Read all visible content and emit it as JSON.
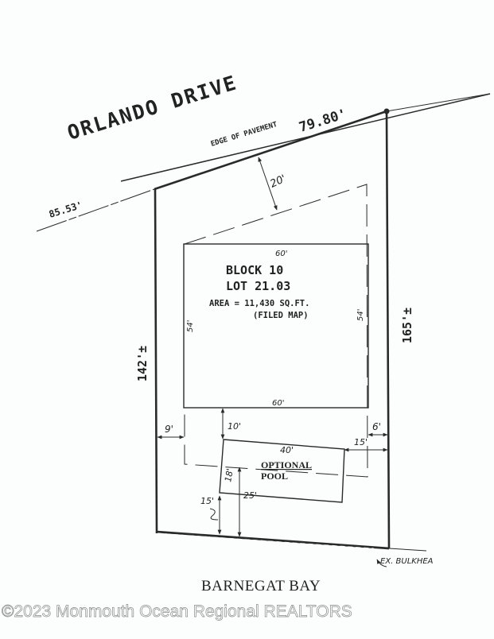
{
  "street": {
    "name": "ORLANDO DRIVE",
    "edge_label": "EDGE OF PAVEMENT",
    "left_frontage": "85.53'",
    "front_frontage": "79.80'"
  },
  "lot": {
    "block": "BLOCK 10",
    "lot": "LOT 21.03",
    "area": "AREA = 11,430 SQ.FT.",
    "area_note": "(FILED MAP)",
    "left_side": "142'±",
    "right_side": "165'±"
  },
  "house": {
    "top_width": "60'",
    "bottom_width": "60'",
    "left_depth": "54'",
    "right_depth": "54'",
    "front_setback": "20'"
  },
  "setbacks": {
    "left": "9'",
    "right": "6'",
    "house_to_pool": "10'"
  },
  "pool": {
    "label_line1": "OPTIONAL",
    "label_line2": "POOL",
    "length": "40'",
    "width": "18'",
    "right_offset": "15'",
    "rear_offset_left": "15'",
    "rear_offset_right": "25'"
  },
  "water": {
    "bulkhead_label": "EX. BULKHEA",
    "bay_name": "BARNEGAT BAY"
  },
  "watermark": {
    "text": "©2023 Monmouth Ocean Regional REALTORS"
  },
  "colors": {
    "background": "#fbfefd",
    "ink": "#2a2a2a",
    "watermark_fill": "#ffffff",
    "watermark_stroke": "#8a8a8a"
  }
}
